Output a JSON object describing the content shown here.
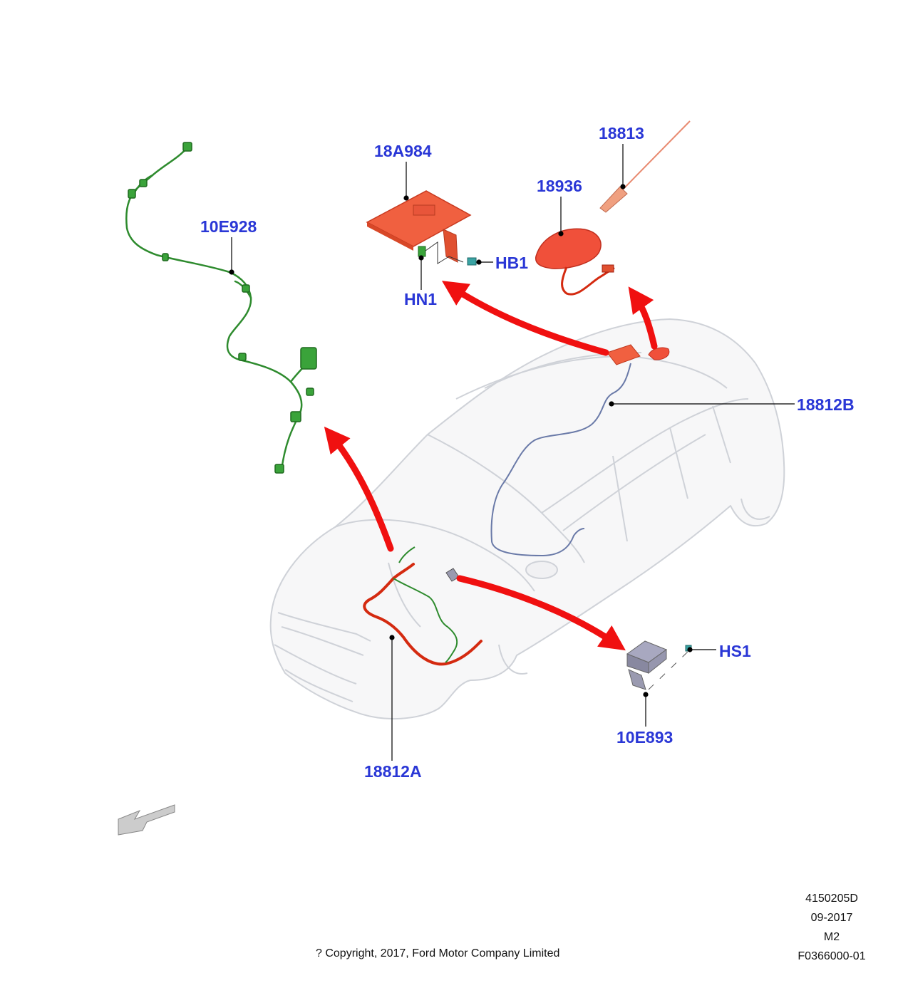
{
  "labels": {
    "p10E928": "10E928",
    "p18A984": "18A984",
    "p18813": "18813",
    "p18936": "18936",
    "HB1": "HB1",
    "HN1": "HN1",
    "p18812B": "18812B",
    "HS1": "HS1",
    "p10E893": "10E893",
    "p18812A": "18812A"
  },
  "footer": {
    "code": "4150205D",
    "date": "09-2017",
    "model": "M2",
    "figure": "F0366000-01",
    "copyright": "? Copyright, 2017, Ford Motor Company Limited"
  },
  "colors": {
    "label": "#2a37d6",
    "arrow": "#f01010",
    "harness_green": "#2e8b2e",
    "harness_red": "#d42a10",
    "module_orange": "#f06040",
    "harness_blue": "#6a7aa8"
  }
}
